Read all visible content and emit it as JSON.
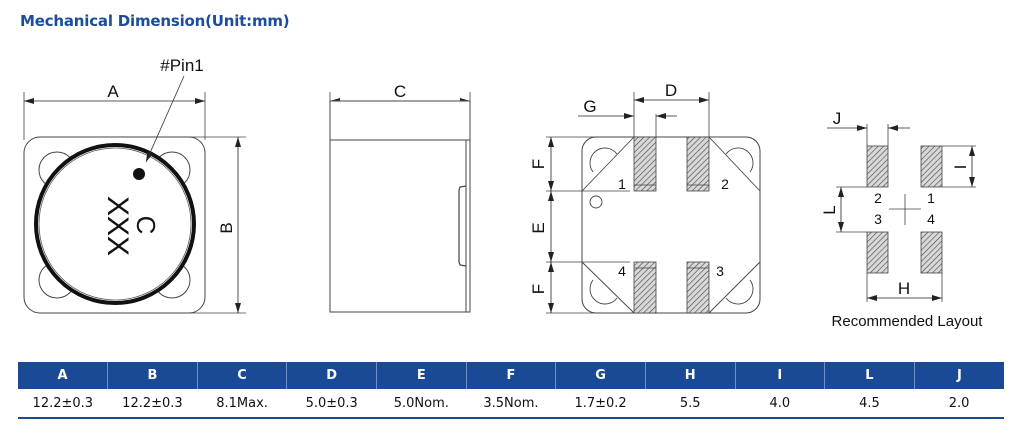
{
  "title": "Mechanical Dimension(Unit:mm)",
  "top_view": {
    "pin1_label": "#Pin1",
    "dim_a_label": "A",
    "dim_b_label": "B",
    "marking_text": "XXX",
    "marking_code": "C"
  },
  "side_view": {
    "dim_c_label": "C"
  },
  "bottom_view": {
    "dim_d_label": "D",
    "dim_g_label": "G",
    "dim_e_label": "E",
    "dim_f_top_label": "F",
    "dim_f_bottom_label": "F",
    "pin_labels": [
      "1",
      "2",
      "3",
      "4"
    ]
  },
  "layout_view": {
    "dim_j_label": "J",
    "dim_i_label": "I",
    "dim_l_label": "L",
    "dim_h_label": "H",
    "pin_labels": [
      "2",
      "1",
      "3",
      "4"
    ],
    "caption": "Recommended Layout"
  },
  "colors": {
    "title": "#1a4d9c",
    "table_header": "#1a4a96"
  },
  "table": {
    "headers": [
      "A",
      "B",
      "C",
      "D",
      "E",
      "F",
      "G",
      "H",
      "I",
      "L",
      "J"
    ],
    "values": [
      "12.2±0.3",
      "12.2±0.3",
      "8.1Max.",
      "5.0±0.3",
      "5.0Nom.",
      "3.5Nom.",
      "1.7±0.2",
      "5.5",
      "4.0",
      "4.5",
      "2.0"
    ]
  }
}
